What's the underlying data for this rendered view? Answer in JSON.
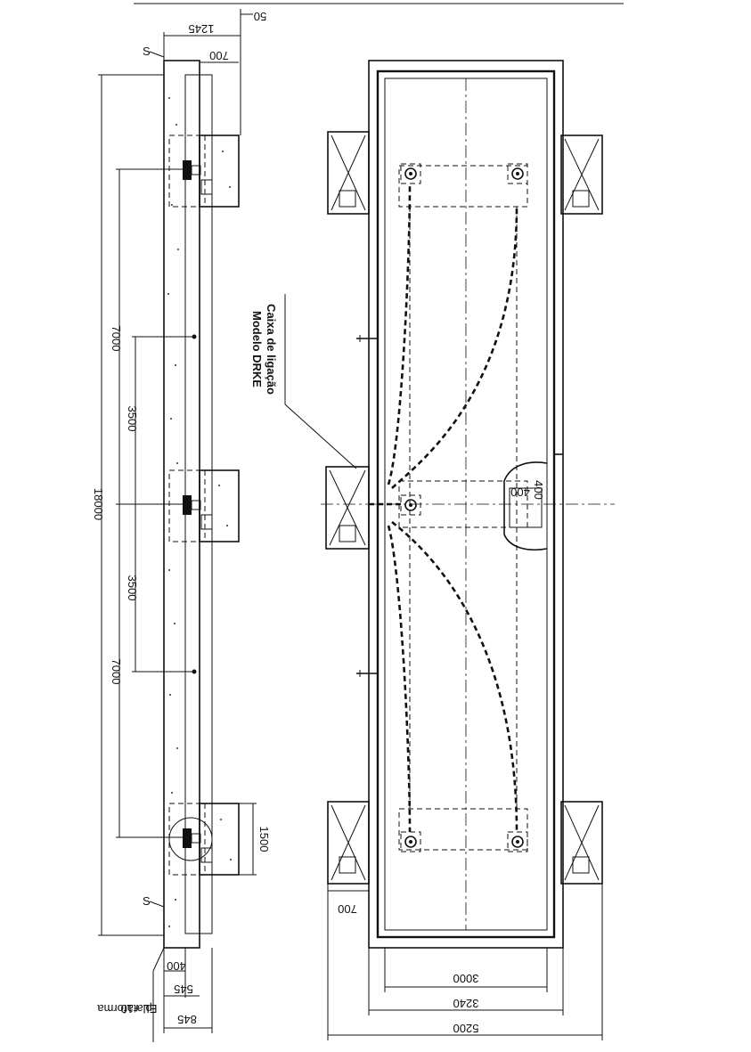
{
  "elevation_view": {
    "dimensions": {
      "total_length": "18000",
      "span_end_a": "7000",
      "span_mid_a": "3500",
      "span_mid_b": "3500",
      "span_end_b": "7000",
      "top_width": "1245",
      "top_offset": "50",
      "top_step": "700",
      "bottom_width": "845",
      "bottom_sub": "545",
      "bottom_step": "400",
      "foot_height": "1500"
    },
    "labels": {
      "platform_level": "EL +10",
      "platform": "plataforma",
      "slope_mark_top": "S",
      "slope_mark_bottom": "S"
    }
  },
  "plan_view": {
    "dimensions": {
      "inner_width": "3000",
      "mid_width": "3240",
      "outer_width": "5200",
      "side_box_offset": "700",
      "niche_a": "400",
      "niche_b": "400"
    },
    "labels": {
      "junction_box_line1": "Caixa de ligação",
      "junction_box_line2": "Modelo DRKE"
    }
  }
}
